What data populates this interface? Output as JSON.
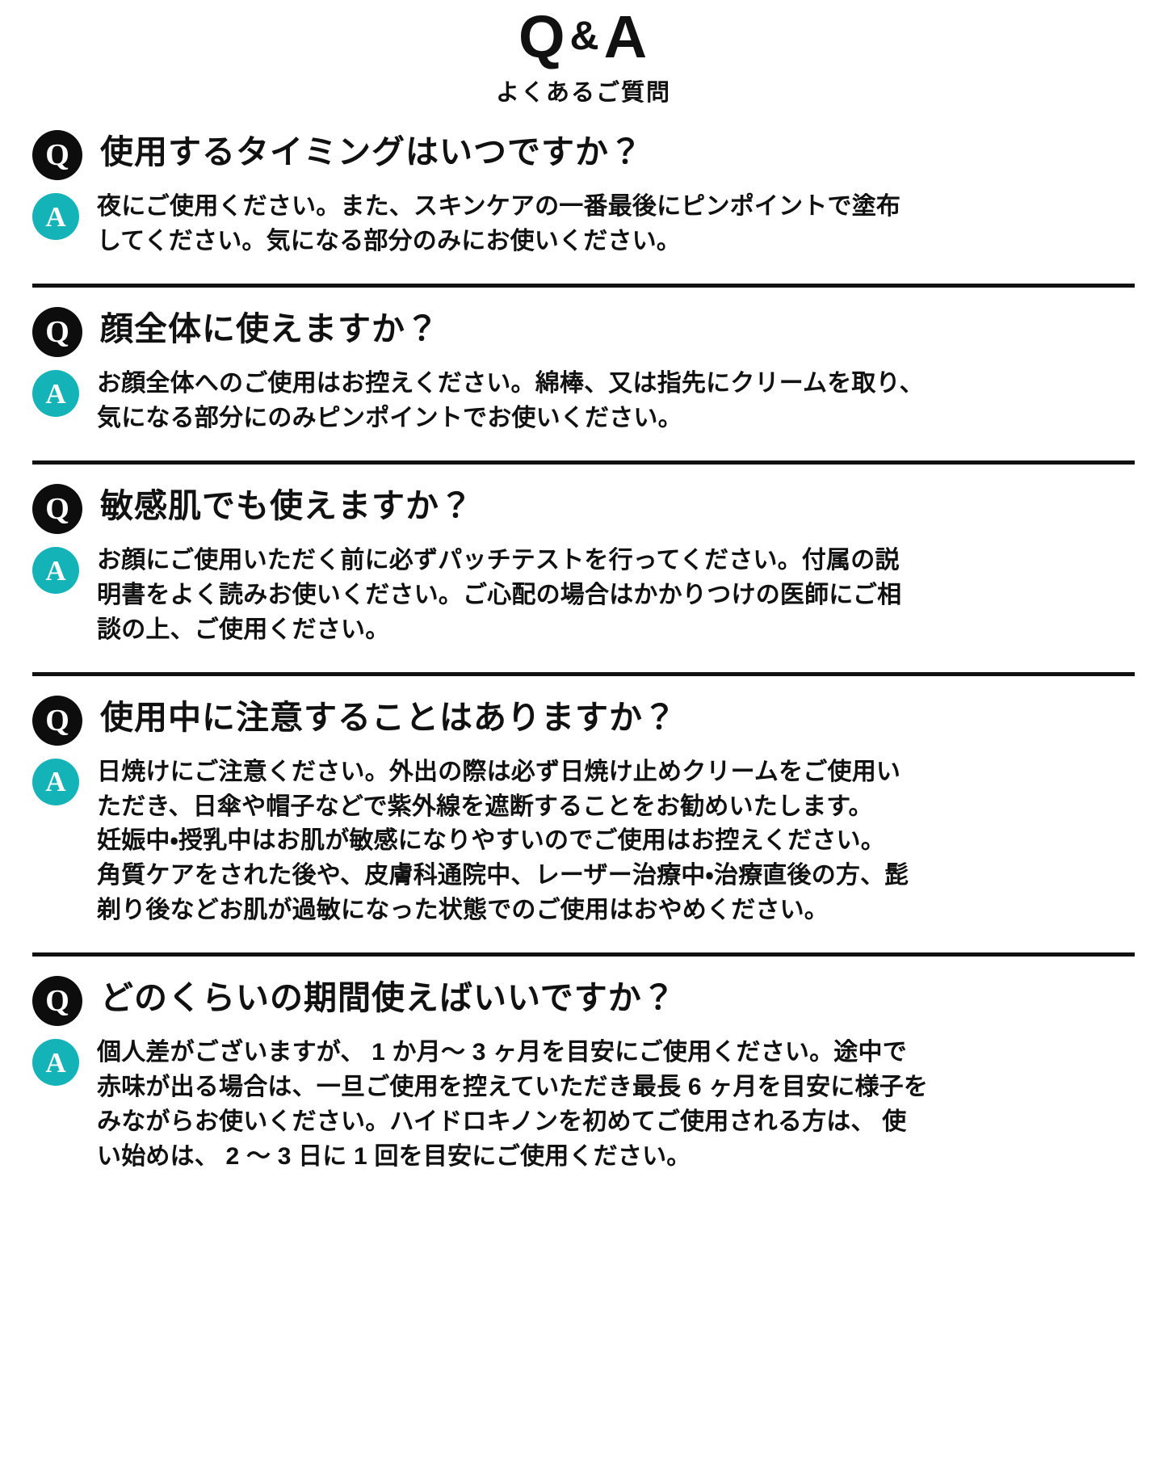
{
  "header": {
    "title_left": "Q",
    "title_amp": "&",
    "title_right": "A",
    "subtitle": "よくあるご質問"
  },
  "badges": {
    "question": "Q",
    "answer": "A"
  },
  "colors": {
    "question_badge": "#0d0d0d",
    "answer_badge": "#14b3b8",
    "text": "#111111",
    "background": "#ffffff",
    "divider": "#111111"
  },
  "faq": [
    {
      "question": "使用するタイミングはいつですか？",
      "answer_lines": [
        "夜にご使用ください。また、スキンケアの一番最後にピンポイントで塗布",
        "してください。気になる部分のみにお使いください。"
      ]
    },
    {
      "question": "顔全体に使えますか？",
      "answer_lines": [
        "お顔全体へのご使用はお控えください。綿棒、又は指先にクリームを取り、",
        "気になる部分にのみピンポイントでお使いください。"
      ]
    },
    {
      "question": "敏感肌でも使えますか？",
      "answer_lines": [
        "お顔にご使用いただく前に必ずパッチテストを行ってください。付属の説",
        "明書をよく読みお使いください。ご心配の場合はかかりつけの医師にご相",
        "談の上、ご使用ください。"
      ]
    },
    {
      "question": "使用中に注意することはありますか？",
      "answer_lines": [
        "日焼けにご注意ください。外出の際は必ず日焼け止めクリームをご使用い",
        "ただき、日傘や帽子などで紫外線を遮断することをお勧めいたします。",
        "妊娠中・授乳中はお肌が敏感になりやすいのでご使用はお控えください。",
        "角質ケアをされた後や、皮膚科通院中、レーザー治療中・治療直後の方、髭",
        "剃り後などお肌が過敏になった状態でのご使用はおやめください。"
      ]
    },
    {
      "question": "どのくらいの期間使えばいいですか？",
      "answer_lines": [
        "個人差がございますが、 1 か月〜 3 ヶ月を目安にご使用ください。途中で",
        "赤味が出る場合は、一旦ご使用を控えていただき最長 6 ヶ月を目安に様子を",
        "みながらお使いください。ハイドロキノンを初めてご使用される方は、 使",
        "い始めは、 2 〜 3 日に 1 回を目安にご使用ください。"
      ]
    }
  ]
}
